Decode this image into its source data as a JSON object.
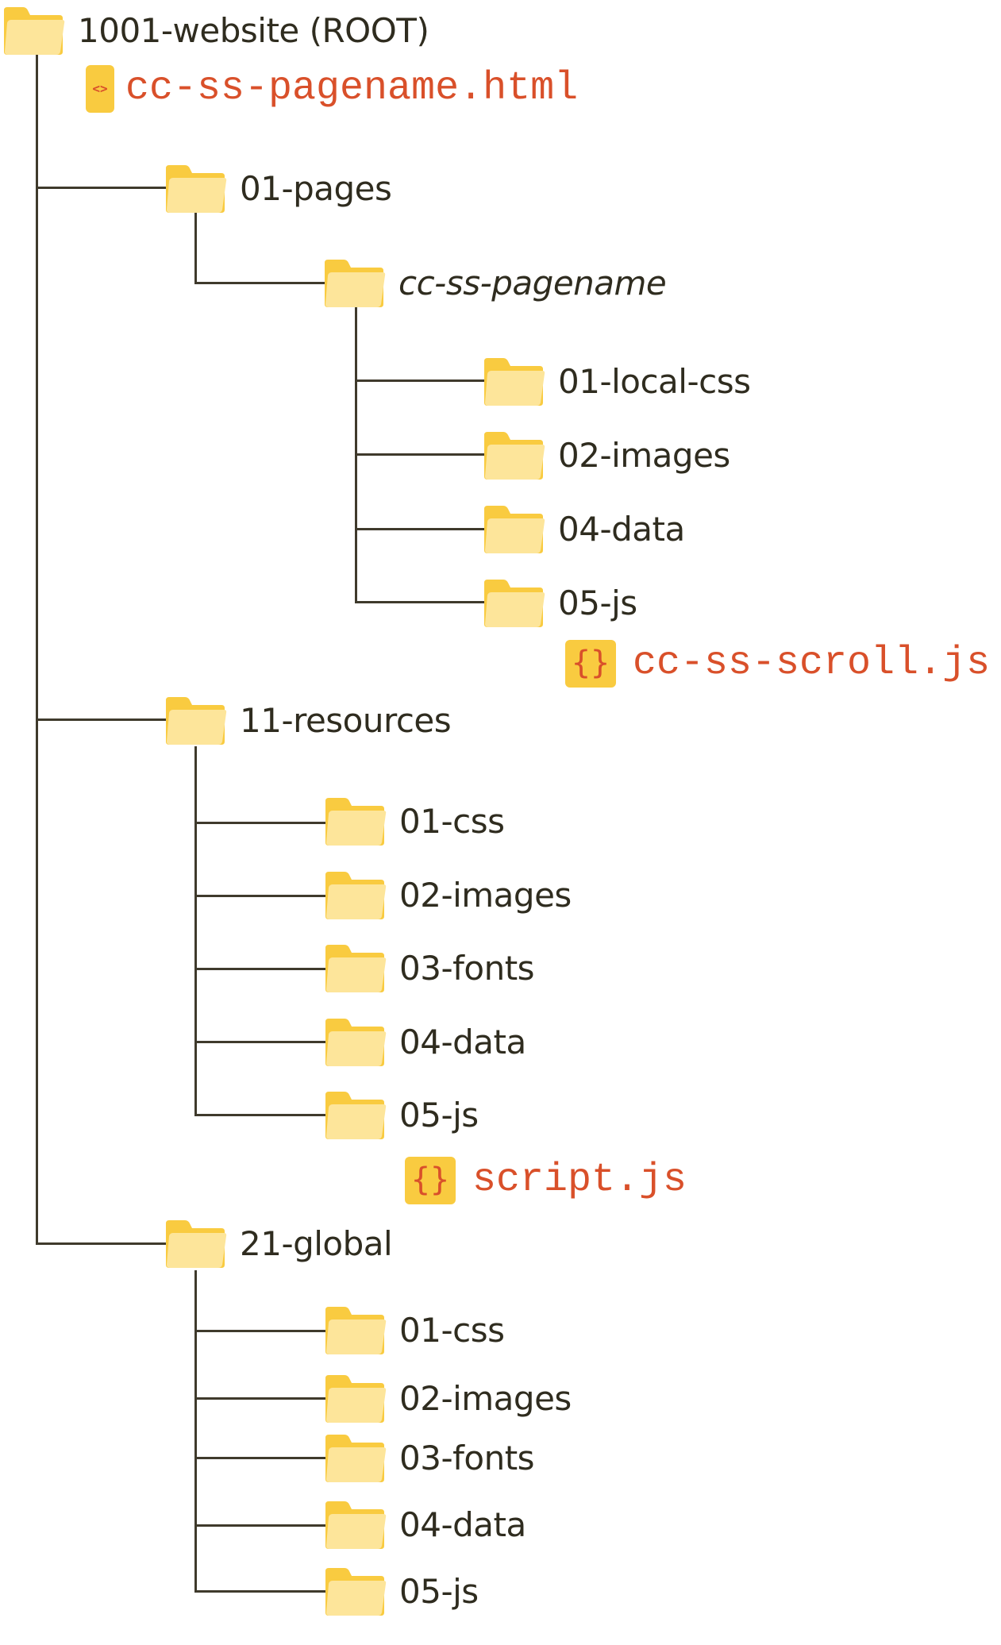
{
  "root": {
    "label": "1001-website (ROOT)",
    "file": {
      "name": "cc-ss-pagename.html",
      "badge": "<>"
    }
  },
  "pages": {
    "label": "01-pages",
    "child": {
      "label": "cc-ss-pagename",
      "children": [
        "01-local-css",
        "02-images",
        "04-data",
        "05-js"
      ],
      "file": {
        "name": "cc-ss-scroll.js",
        "badge": "{}"
      }
    }
  },
  "resources": {
    "label": "11-resources",
    "children": [
      "01-css",
      "02-images",
      "03-fonts",
      "04-data",
      "05-js"
    ],
    "file": {
      "name": "script.js",
      "badge": "{}"
    }
  },
  "global": {
    "label": "21-global",
    "children": [
      "01-css",
      "02-images",
      "03-fonts",
      "04-data",
      "05-js"
    ]
  },
  "colors": {
    "folder_back": "#f9cb40",
    "folder_front": "#fde59a",
    "line": "#3f3a2c",
    "text": "#2f2c1f",
    "file_text": "#d9502a",
    "badge": "#f9cb40"
  }
}
